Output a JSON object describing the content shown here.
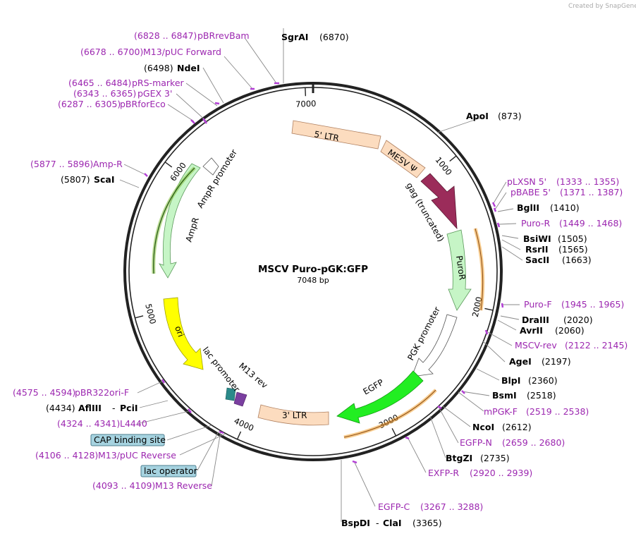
{
  "credit": "Created by SnapGene",
  "map": {
    "name": "MSCV Puro-pGK:GFP",
    "length_label": "7048 bp"
  },
  "ticks": [
    "1000",
    "2000",
    "3000",
    "4000",
    "5000",
    "6000",
    "7000"
  ],
  "features": [
    {
      "label": "5' LTR",
      "color": "#fcdcbf"
    },
    {
      "label": "MESV Ψ",
      "color": "#fcdcbf"
    },
    {
      "label": "gag (truncated)",
      "color": "#9b2c5a"
    },
    {
      "label": "PuroR",
      "color": "#c6f5c6"
    },
    {
      "label": "PGK promoter",
      "color": "#ffffff"
    },
    {
      "label": "EGFP",
      "color": "#22ee22"
    },
    {
      "label": "3' LTR",
      "color": "#fcdcbf"
    },
    {
      "label": "lac promoter",
      "color": "#ffffff"
    },
    {
      "label": "M13 rev",
      "color": "#ffffff"
    },
    {
      "label": "ori",
      "color": "#ffff00"
    },
    {
      "label": "AmpR",
      "color": "#c6f5c6"
    },
    {
      "label": "AmpR promoter",
      "color": "#ffffff"
    }
  ],
  "sites": [
    {
      "kind": "enzyme",
      "name": "SgrAI",
      "pos": "(6870)"
    },
    {
      "kind": "primer",
      "name": "pBRrevBam",
      "pos": "(6828 .. 6847)"
    },
    {
      "kind": "primer",
      "name": "M13/pUC Forward",
      "pos": "(6678 .. 6700)"
    },
    {
      "kind": "enzyme",
      "name": "NdeI",
      "pos": "(6498)"
    },
    {
      "kind": "primer",
      "name": "pRS-marker",
      "pos": "(6465 .. 6484)"
    },
    {
      "kind": "primer",
      "name": "pGEX 3'",
      "pos": "(6343 .. 6365)"
    },
    {
      "kind": "primer",
      "name": "pBRforEco",
      "pos": "(6287 .. 6305)"
    },
    {
      "kind": "primer",
      "name": "Amp-R",
      "pos": "(5877 .. 5896)"
    },
    {
      "kind": "enzyme",
      "name": "ScaI",
      "pos": "(5807)"
    },
    {
      "kind": "primer",
      "name": "pBR322ori-F",
      "pos": "(4575 .. 4594)"
    },
    {
      "kind": "enzyme",
      "name": "AflIII",
      "name2": "PciI",
      "pos": "(4434)"
    },
    {
      "kind": "primer",
      "name": "L4440",
      "pos": "(4324 .. 4341)"
    },
    {
      "kind": "box",
      "name": "CAP binding site"
    },
    {
      "kind": "primer",
      "name": "M13/pUC Reverse",
      "pos": "(4106 .. 4128)"
    },
    {
      "kind": "box",
      "name": "lac operator"
    },
    {
      "kind": "primer",
      "name": "M13 Reverse",
      "pos": "(4093 .. 4109)"
    },
    {
      "kind": "enzyme",
      "name": "ApoI",
      "pos": "(873)"
    },
    {
      "kind": "primer",
      "name": "pLXSN 5'",
      "pos": "(1333 .. 1355)"
    },
    {
      "kind": "primer",
      "name": "pBABE 5'",
      "pos": "(1371 .. 1387)"
    },
    {
      "kind": "enzyme",
      "name": "BglII",
      "pos": "(1410)"
    },
    {
      "kind": "primer",
      "name": "Puro-R",
      "pos": "(1449 .. 1468)"
    },
    {
      "kind": "enzyme",
      "name": "BsiWI",
      "pos": "(1505)"
    },
    {
      "kind": "enzyme",
      "name": "RsrII",
      "pos": "(1565)"
    },
    {
      "kind": "enzyme",
      "name": "SacII",
      "pos": "(1663)"
    },
    {
      "kind": "primer",
      "name": "Puro-F",
      "pos": "(1945 .. 1965)"
    },
    {
      "kind": "enzyme",
      "name": "DraIII",
      "pos": "(2020)"
    },
    {
      "kind": "enzyme",
      "name": "AvrII",
      "pos": "(2060)"
    },
    {
      "kind": "primer",
      "name": "MSCV-rev",
      "pos": "(2122 .. 2145)"
    },
    {
      "kind": "enzyme",
      "name": "AgeI",
      "pos": "(2197)"
    },
    {
      "kind": "enzyme",
      "name": "BlpI",
      "pos": "(2360)"
    },
    {
      "kind": "enzyme",
      "name": "BsmI",
      "pos": "(2518)"
    },
    {
      "kind": "primer",
      "name": "mPGK-F",
      "pos": "(2519 .. 2538)"
    },
    {
      "kind": "enzyme",
      "name": "NcoI",
      "pos": "(2612)"
    },
    {
      "kind": "primer",
      "name": "EGFP-N",
      "pos": "(2659 .. 2680)"
    },
    {
      "kind": "enzyme",
      "name": "BtgZI",
      "pos": "(2735)"
    },
    {
      "kind": "primer",
      "name": "EXFP-R",
      "pos": "(2920 .. 2939)"
    },
    {
      "kind": "primer",
      "name": "EGFP-C",
      "pos": "(3267 .. 3288)"
    },
    {
      "kind": "enzyme",
      "name": "BspDI",
      "name2": "ClaI",
      "pos": "(3365)"
    }
  ],
  "colors": {
    "enzyme": "#000000",
    "primer": "#9c27b0",
    "primer_bar": "#b33fd6",
    "orange": "#f0a030"
  }
}
